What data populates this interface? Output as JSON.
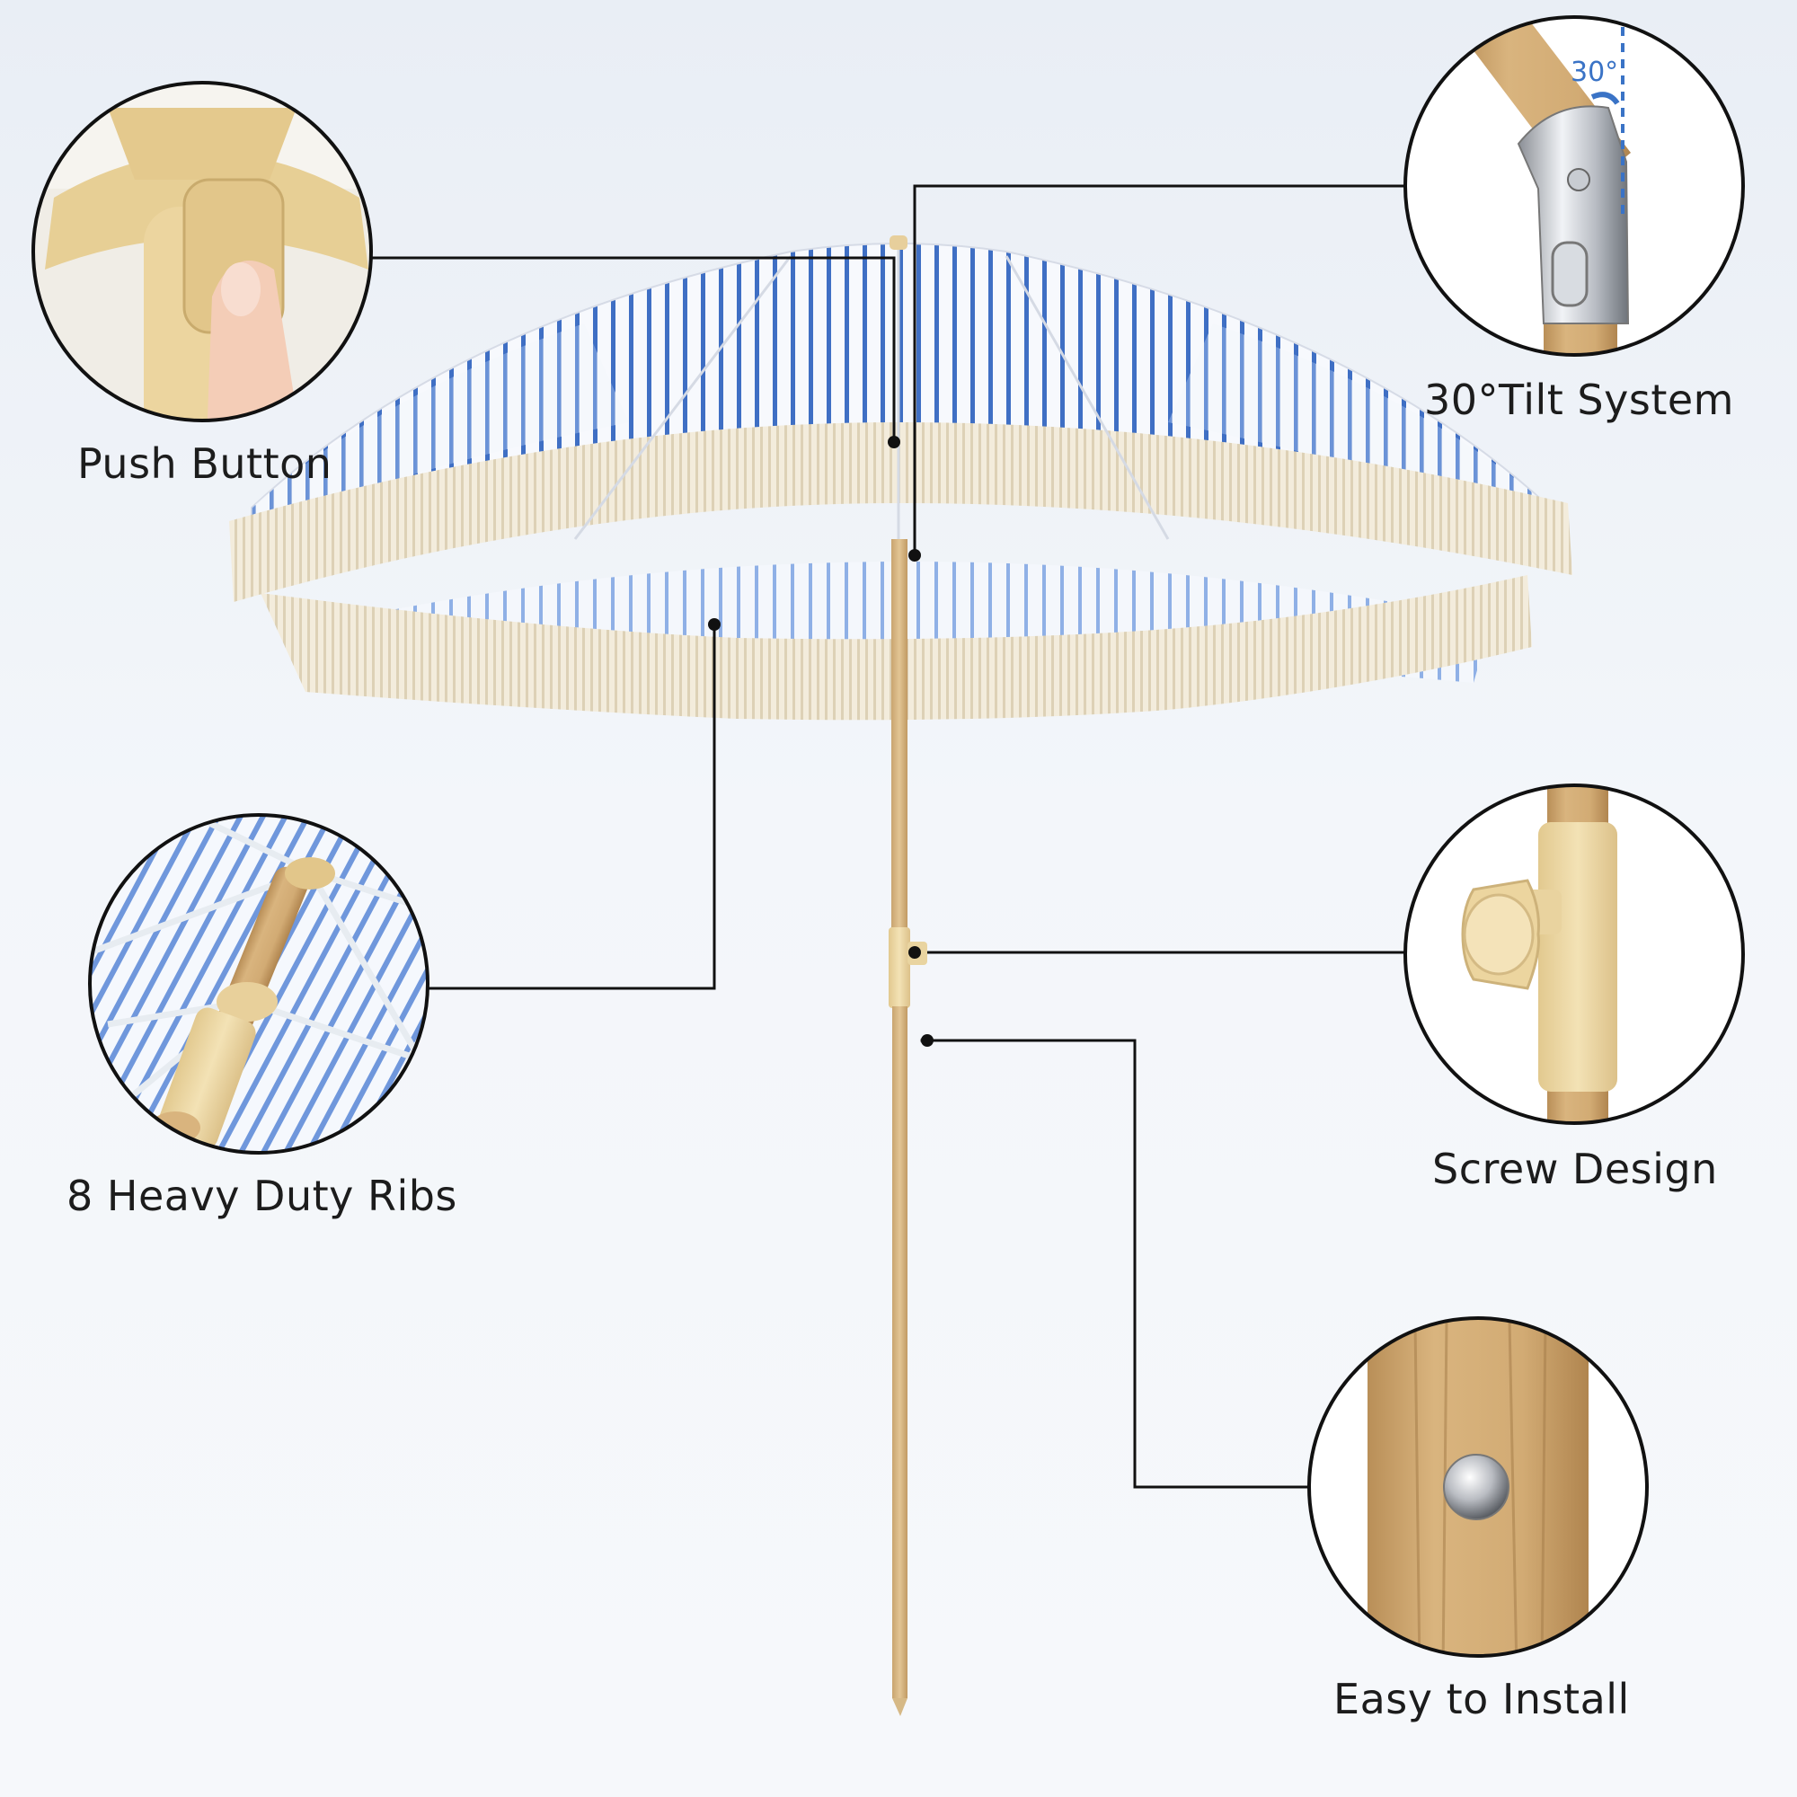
{
  "features": {
    "push_button": "Push Button",
    "tilt_system": "30°Tilt System",
    "tilt_angle": "30°",
    "heavy_duty_ribs": "8 Heavy Duty Ribs",
    "screw_design": "Screw Design",
    "easy_to_install": "Easy to Install"
  },
  "colors": {
    "background": "#eef2f7",
    "stripe": "#3f6fc4",
    "fringe": "#efe6d2",
    "wood": "#d8b685",
    "hardware": "#ecd7a3",
    "callout_line": "#111111"
  }
}
